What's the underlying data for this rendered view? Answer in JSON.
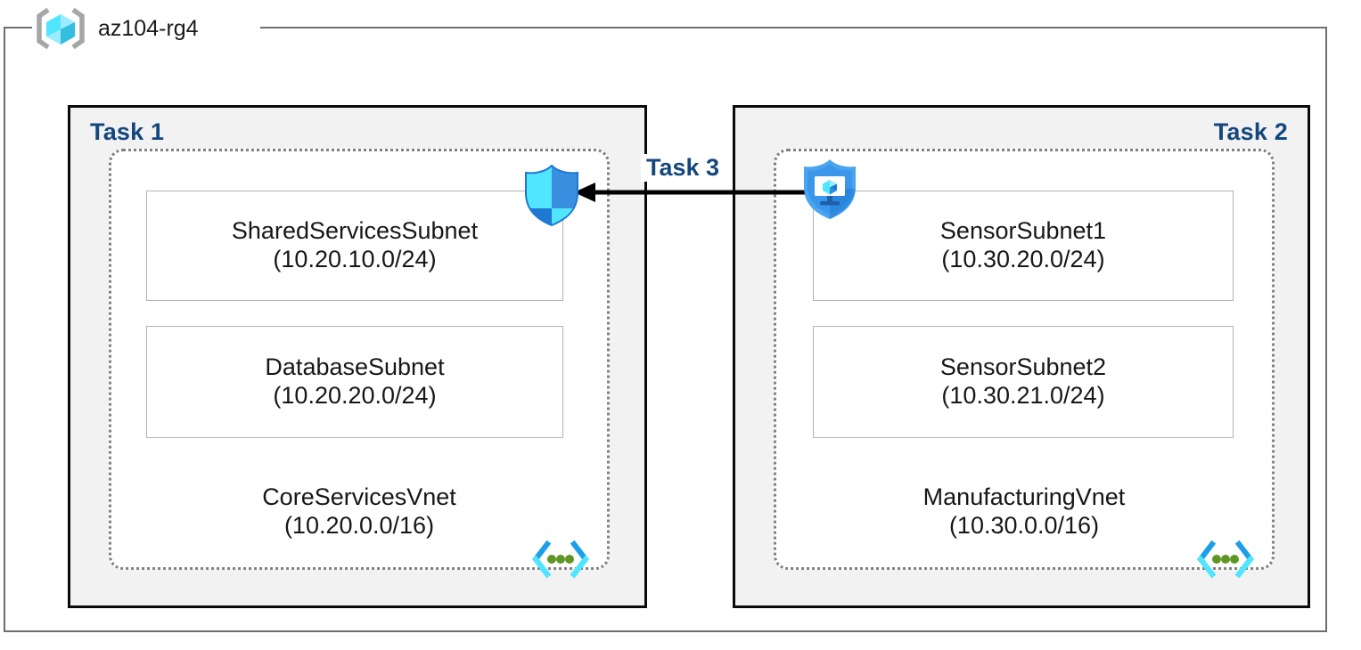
{
  "resource_group": {
    "name": "az104-rg4",
    "icon": "resource-group-cube-icon"
  },
  "tasks": {
    "task1_label": "Task 1",
    "task2_label": "Task 2",
    "task3_label": "Task 3"
  },
  "vnets": [
    {
      "task": "Task 1",
      "name": "CoreServicesVnet",
      "cidr": "(10.20.0.0/16)",
      "icon": "virtual-network-icon",
      "subnets": [
        {
          "name": "SharedServicesSubnet",
          "cidr": "(10.20.10.0/24)"
        },
        {
          "name": "DatabaseSubnet",
          "cidr": "(10.20.20.0/24)"
        }
      ]
    },
    {
      "task": "Task 2",
      "name": "ManufacturingVnet",
      "cidr": "(10.30.0.0/16)",
      "icon": "virtual-network-icon",
      "subnets": [
        {
          "name": "SensorSubnet1",
          "cidr": "(10.30.20.0/24)"
        },
        {
          "name": "SensorSubnet2",
          "cidr": "(10.30.21.0/24)"
        }
      ]
    }
  ],
  "connection": {
    "label": "Task 3",
    "direction": "right-to-left",
    "source_icon": "bastion-shield-monitor-icon",
    "target_icon": "firewall-shield-icon"
  },
  "colors": {
    "task_label": "#14477d",
    "task_box_border": "#0a0a0a",
    "task_box_fill": "#f2f2f2",
    "vnet_box_border": "#808080",
    "subnet_box_border": "#b3b3b3",
    "rg_border": "#6e6e6e",
    "azure_blue": "#0f8bdd",
    "cyan": "#50e6ff",
    "green_dot": "#5e9624",
    "arrow": "#000000"
  }
}
